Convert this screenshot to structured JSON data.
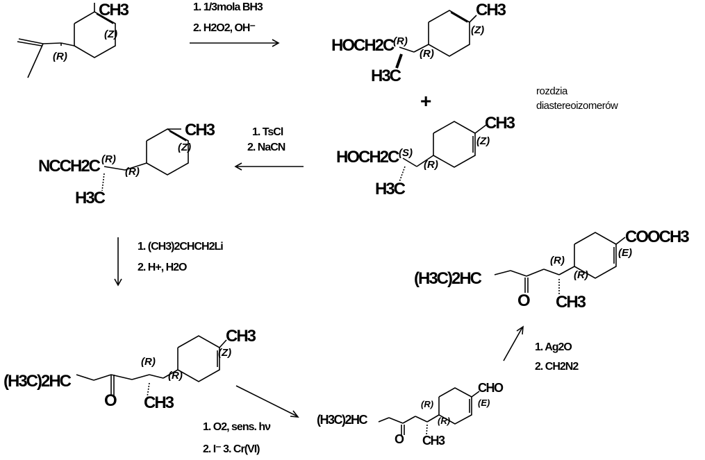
{
  "labels": {
    "m1_ch3": "CH3",
    "m1_z": "(Z)",
    "m1_r": "(R)",
    "step1_line1": "1. 1/3mola BH3",
    "step1_line2": "2. H2O2, OH⁻",
    "m2_ch3": "CH3",
    "m2_hoch2c": "HOCH2C",
    "m2_r1": "(R)",
    "m2_r2": "(R)",
    "m2_z": "(Z)",
    "m2_h3c": "H3C",
    "plus": "+",
    "note_line1": "rozdzia",
    "note_line2": "diastereoizomerów",
    "m3_ch3": "CH3",
    "m3_hoch2c": "HOCH2C",
    "m3_s": "(S)",
    "m3_r": "(R)",
    "m3_z": "(Z)",
    "m3_h3c": "H3C",
    "step2_line1": "1. TsCl",
    "step2_line2": "2. NaCN",
    "m4_ch3": "CH3",
    "m4_ncch2c": "NCCH2C",
    "m4_r1": "(R)",
    "m4_r2": "(R)",
    "m4_z": "(Z)",
    "m4_h3c": "H3C",
    "step3_line1": "1. (CH3)2CHCH2Li",
    "step3_line2": "2. H+, H2O",
    "m5_ch3": "CH3",
    "m5_h3c2hc": "(H3C)2HC",
    "m5_o": "O",
    "m5_r1": "(R)",
    "m5_r2": "(R)",
    "m5_z": "(Z)",
    "m5_ch3b": "CH3",
    "step4_line1": "1. O2, sens. hν",
    "step4_line2": "2. I⁻ 3. Cr(VI)",
    "m6_cho": "CHO",
    "m6_e": "(E)",
    "m6_h3c2hc": "(H3C)2HC",
    "m6_o": "O",
    "m6_r1": "(R)",
    "m6_r2": "(R)",
    "m6_ch3": "CH3",
    "step5_line1": "1. Ag2O",
    "step5_line2": "2. CH2N2",
    "m7_cooch3": "COOCH3",
    "m7_e": "(E)",
    "m7_h3c2hc": "(H3C)2HC",
    "m7_o": "O",
    "m7_r1": "(R)",
    "m7_r2": "(R)",
    "m7_ch3": "CH3"
  }
}
